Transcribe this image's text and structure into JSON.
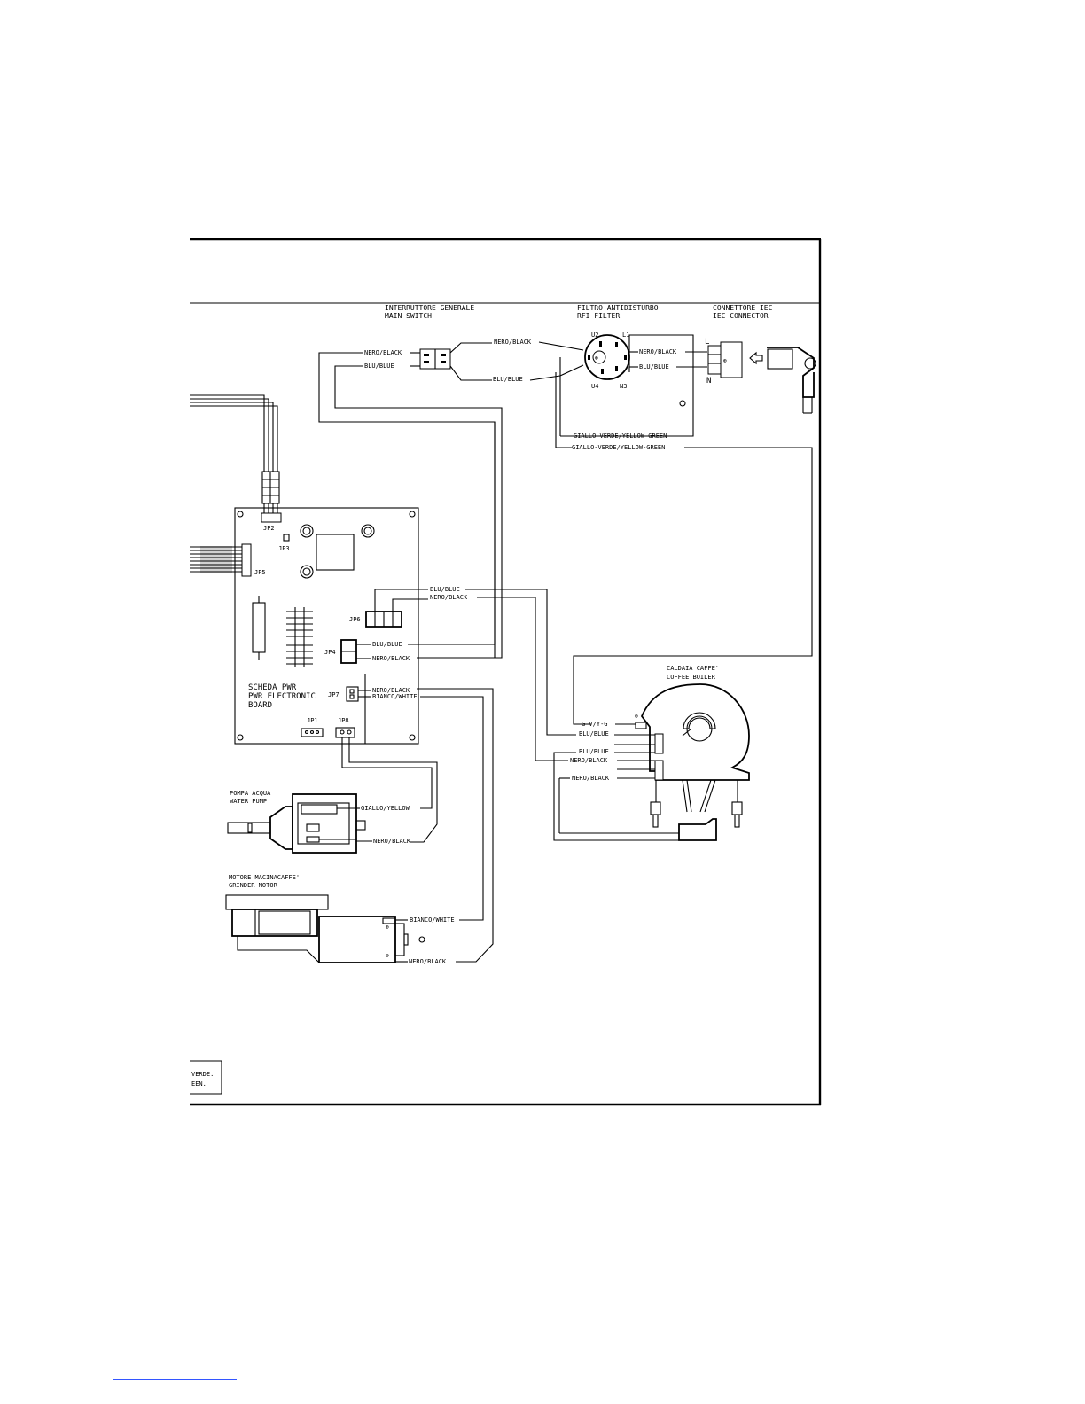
{
  "components": {
    "main_switch": {
      "line1": "INTERRUTTORE GENERALE",
      "line2": "MAIN SWITCH"
    },
    "rfi_filter": {
      "line1": "FILTRO ANTIDISTURBO",
      "line2": "RFI FILTER",
      "u2": "U2",
      "l1": "L1",
      "u4": "U4",
      "n3": "N3"
    },
    "iec_connector": {
      "line1": "CONNETTORE IEC",
      "line2": "IEC CONNECTOR",
      "l": "L",
      "n": "N"
    },
    "pwr_board": {
      "line1": "SCHEDA PWR",
      "line2": "PWR ELECTRONIC",
      "line3": "BOARD"
    },
    "coffee_boiler": {
      "line1": "CALDAIA CAFFE'",
      "line2": "COFFEE BOILER"
    },
    "water_pump": {
      "line1": "POMPA ACQUA",
      "line2": "WATER PUMP"
    },
    "grinder_motor": {
      "line1": "MOTORE MACINACAFFE'",
      "line2": "GRINDER MOTOR"
    }
  },
  "connectors": {
    "jp1": "JP1",
    "jp2": "JP2",
    "jp3": "JP3",
    "jp4": "JP4",
    "jp5": "JP5",
    "jp6": "JP6",
    "jp7": "JP7",
    "jp8": "JP8"
  },
  "wires": {
    "nero_black": "NERO/BLACK",
    "blu_blue": "BLU/BLUE",
    "giallo_verde": "GIALLO-VERDE/YELLOW-GREEN",
    "gvyg": "G-V/Y-G",
    "giallo_yellow": "GIALLO/YELLOW",
    "bianco_white": "BIANCO/WHITE"
  },
  "legend_fragment": {
    "line1": "VERDE.",
    "line2": "EEN."
  }
}
